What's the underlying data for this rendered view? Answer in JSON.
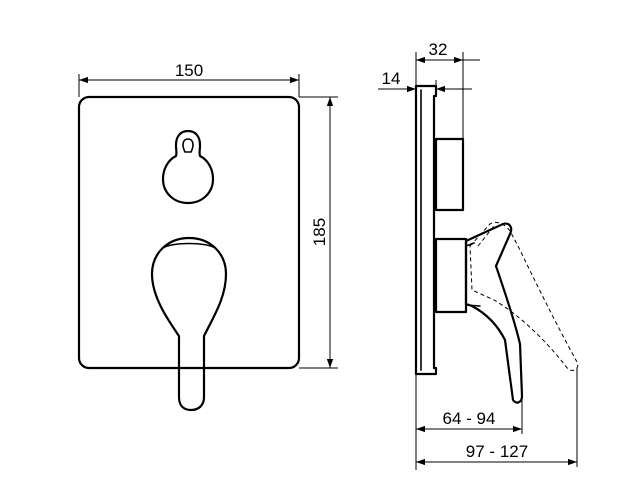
{
  "front_view": {
    "width_label": "150",
    "height_label": "185"
  },
  "side_view": {
    "top_dim_label": "32",
    "plate_dim_label": "14",
    "lower_dim_label": "64 - 94",
    "bottom_dim_label": "97 - 127"
  },
  "colors": {
    "line": "#000000",
    "background": "#ffffff"
  }
}
